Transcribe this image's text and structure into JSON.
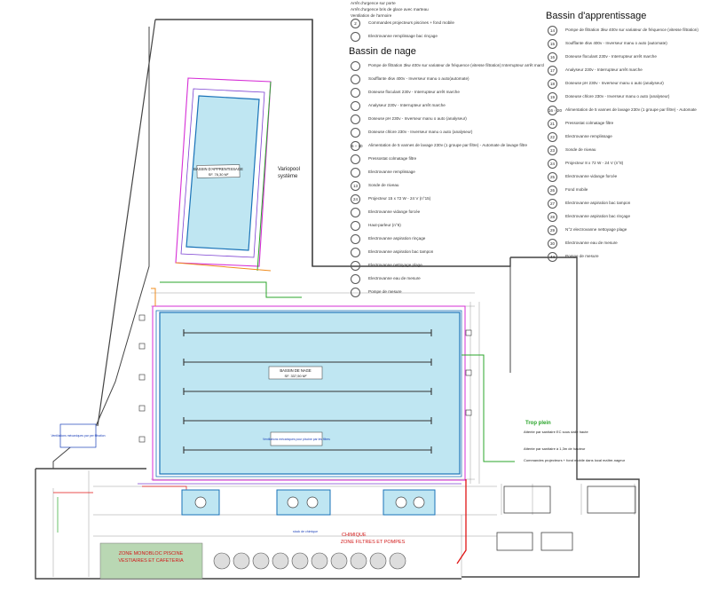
{
  "top_notes": [
    "Arrêt d'urgence sur porte",
    "Arrêt d'urgence bris de glace avec marteau",
    "Ventilation de l'armoire"
  ],
  "top_items": [
    {
      "num": "2",
      "text": "Commandes projecteurs piscines + fond mobile"
    },
    {
      "num": "",
      "text": "Electrovanne remplissage bac rinçage"
    }
  ],
  "legend_nage": {
    "title": "Bassin de nage",
    "items": [
      {
        "num": "",
        "text": "Pompe de filtration 3kw 400v sur variateur de fréquence (vitesse filtration) Interrupteur arrêt marche"
      },
      {
        "num": "",
        "text": "Soufflante 4kw 400v - Inverseur manu o auto(automate)"
      },
      {
        "num": "",
        "text": "Doseuse floculant 230v - Interrupteur arrêt marche"
      },
      {
        "num": "",
        "text": "Analyseur 230v - Interrupteur arrêt marche"
      },
      {
        "num": "",
        "text": "Doseuse pH 230v - Inverseur manu o auto (analyseur)"
      },
      {
        "num": "",
        "text": "Doseuse chlore 230v - Inverseur manu o auto (analyseur)"
      },
      {
        "num": "6 ÷ 10",
        "text": "Alimentation de 5 vannes de lavage 230v (1 groupe par filtre) - Automate de lavage filtre"
      },
      {
        "num": "",
        "text": "Pressostat colmatage filtre"
      },
      {
        "num": "",
        "text": "Electrovanne remplissage"
      },
      {
        "num": "13",
        "text": "Sonde de niveau"
      },
      {
        "num": "24",
        "text": "Projecteur 15 x 72 W - 24 V (n°15)"
      },
      {
        "num": "",
        "text": "Electrovanne vidange forcée"
      },
      {
        "num": "",
        "text": "Haut-parleur (n°6)"
      },
      {
        "num": "",
        "text": "Electrovanne aspiration rinçage"
      },
      {
        "num": "",
        "text": "Electrovanne aspiration bac tampon"
      },
      {
        "num": "",
        "text": "Electrovanne nettoyage plage"
      },
      {
        "num": "",
        "text": "Electrovanne eau de mesure"
      },
      {
        "num": "",
        "text": "Pompe de mesure"
      }
    ]
  },
  "legend_apprentissage": {
    "title": "Bassin d'apprentissage",
    "items": [
      {
        "num": "14",
        "text": "Pompe de filtration 3kw 400v sur variateur de fréquence (vitesse filtration)"
      },
      {
        "num": "15",
        "text": "Soufflante 4kw 400v - Inverseur manu o auto (automate)"
      },
      {
        "num": "16",
        "text": "Doseuse floculant 230v - Interrupteur arrêt marche"
      },
      {
        "num": "17",
        "text": "Analyseur 230v - Interrupteur arrêt marche"
      },
      {
        "num": "18",
        "text": "Doseuse pH 230v - Inverseur manu o auto (analyseur)"
      },
      {
        "num": "19",
        "text": "Doseuse chlore 230v - Inverseur manu o auto (analyseur)"
      },
      {
        "num": "16 ÷ 20",
        "text": "Alimentation de 5 vannes de lavage 230v (1 groupe par filtre) - Automate"
      },
      {
        "num": "21",
        "text": "Pressostat colmatage filtre"
      },
      {
        "num": "22",
        "text": "Electrovanne remplissage"
      },
      {
        "num": "23",
        "text": "Sonde de niveau"
      },
      {
        "num": "24",
        "text": "Projecteur 8 x 72 W - 24 V (n°8)"
      },
      {
        "num": "25",
        "text": "Electrovanne vidange forcée"
      },
      {
        "num": "26",
        "text": "Fond mobile"
      },
      {
        "num": "27",
        "text": "Electrovanne aspiration bac tampon"
      },
      {
        "num": "28",
        "text": "Electrovanne aspiration bac rinçage"
      },
      {
        "num": "29",
        "text": "N°2 electrovanne nettoyage plage"
      },
      {
        "num": "30",
        "text": "Electrovanne eau de mesure"
      },
      {
        "num": "44",
        "text": "Pompe de mesure"
      }
    ]
  },
  "pools": {
    "apprentissage_name": "BASSIN D'APPRENTISSAGE",
    "apprentissage_area": "SF. 76,30 M²",
    "nage_name": "BASSIN DE NAGE",
    "nage_area": "SF. 337,50 M²",
    "ventilation_center": "Ventilations mécaniques pour piscine par les filtres"
  },
  "labels": {
    "variopool_1": "Variopool",
    "variopool_2": "système",
    "ventilation_left": "Ventilations mécaniques par per filtration",
    "trop_plein": "Trop plein",
    "alim_sanitaire_1": "Attente par sanitaire EC sous dalle haute",
    "alim_sanitaire_2": "Attente par sanitaire à 1,3m de hauteur",
    "commandes": "Commandes projecteurs + fond mobile dans local maître-nageur",
    "zone_monobloc_1": "ZONE MONOBLOC PISCINE",
    "zone_monobloc_2": "VESTIAIRES ET CAFETERIA",
    "chimique": "CHIMIQUE",
    "zone_filtres": "ZONE FILTRES ET POMPES",
    "stock": "stock de chimique"
  },
  "colors": {
    "pool_fill": "#bfe6f2",
    "pool_stroke": "#1a73b8",
    "zone_green": "#b9d7b3",
    "zone_text": "#d11919",
    "pipe_magenta": "#d62fd6",
    "pipe_green": "#2ba52b",
    "pipe_orange": "#f08c1e",
    "pipe_red": "#e01515",
    "wall": "#444444"
  }
}
